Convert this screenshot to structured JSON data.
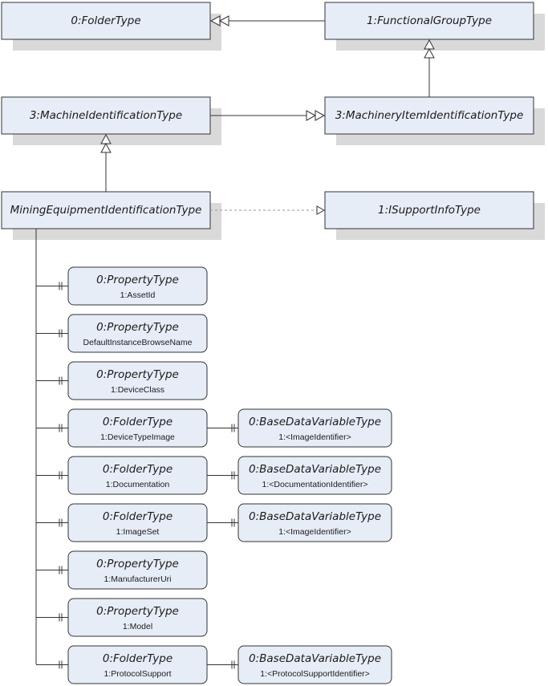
{
  "types": {
    "folder_type": "0:FolderType",
    "functional_group_type": "1:FunctionalGroupType",
    "machine_identification_type": "3:MachineIdentificationType",
    "machinery_item_identification_type": "3:MachineryItemIdentificationType",
    "mining_equipment_identification_type": "MiningEquipmentIdentificationType",
    "isupport_info_type": "1:ISupportInfoType"
  },
  "components": [
    {
      "type": "0:PropertyType",
      "name": "1:AssetId"
    },
    {
      "type": "0:PropertyType",
      "name": "DefaultInstanceBrowseName"
    },
    {
      "type": "0:PropertyType",
      "name": "1:DeviceClass"
    },
    {
      "type": "0:FolderType",
      "name": "1:DeviceTypeImage",
      "child": {
        "type": "0:BaseDataVariableType",
        "name": "1:<ImageIdentifier>"
      }
    },
    {
      "type": "0:FolderType",
      "name": "1:Documentation",
      "child": {
        "type": "0:BaseDataVariableType",
        "name": "1:<DocumentationIdentifier>"
      }
    },
    {
      "type": "0:FolderType",
      "name": "1:ImageSet",
      "child": {
        "type": "0:BaseDataVariableType",
        "name": "1:<ImageIdentifier>"
      }
    },
    {
      "type": "0:PropertyType",
      "name": "1:ManufacturerUri"
    },
    {
      "type": "0:PropertyType",
      "name": "1:Model"
    },
    {
      "type": "0:FolderType",
      "name": "1:ProtocolSupport",
      "child": {
        "type": "0:BaseDataVariableType",
        "name": "1:<ProtocolSupportIdentifier>"
      }
    }
  ]
}
